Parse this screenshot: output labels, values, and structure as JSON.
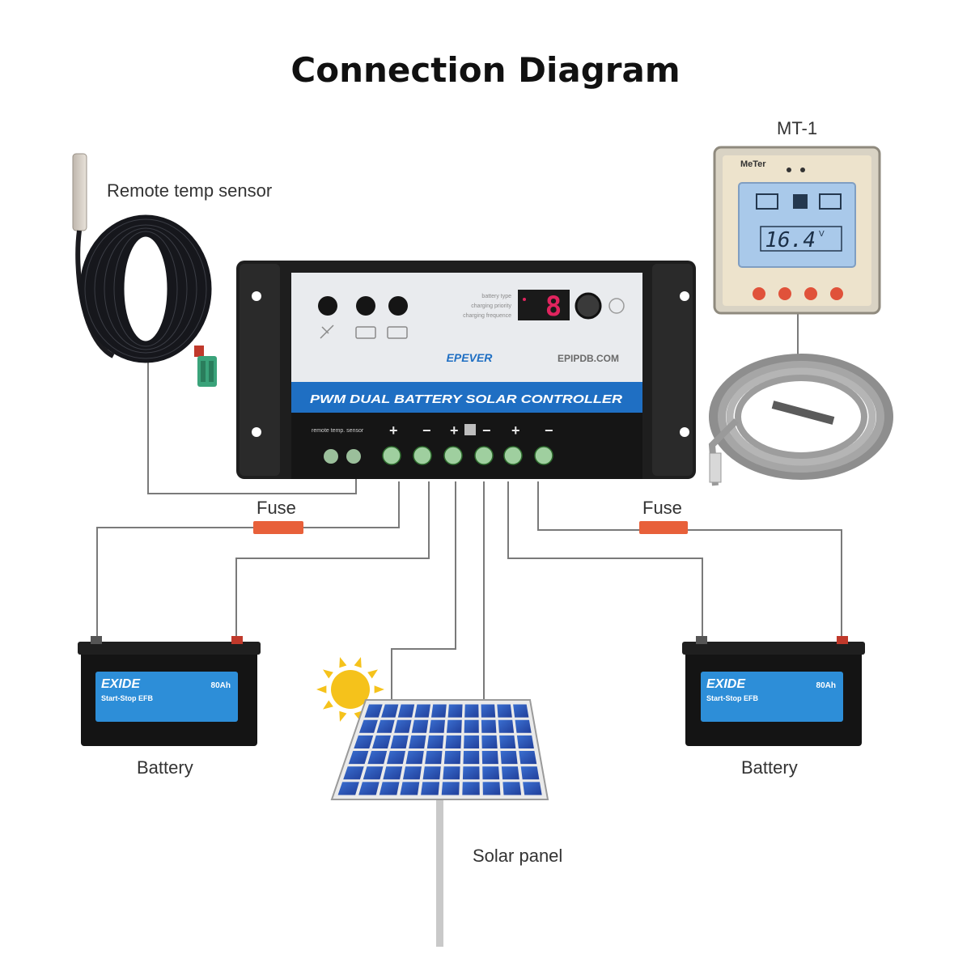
{
  "title": "Connection Diagram",
  "labels": {
    "temp_sensor": "Remote temp sensor",
    "meter": "MT-1",
    "fuse_left": "Fuse",
    "fuse_right": "Fuse",
    "battery_left": "Battery",
    "battery_right": "Battery",
    "solar_panel": "Solar panel"
  },
  "controller": {
    "brand": "EPEVER",
    "website": "EPIPDB.COM",
    "banner": "PWM DUAL BATTERY SOLAR CONTROLLER",
    "display_digit": "8",
    "status_text": [
      "battery type",
      "charging priority",
      "charging frequence"
    ],
    "terminal_label": "remote temp. sensor"
  },
  "meter": {
    "brand": "MeTer",
    "model": "MT-1",
    "reading": "16.4",
    "unit": "V"
  },
  "battery": {
    "brand": "EXIDE",
    "line": "Start-Stop EFB",
    "capacity": "80Ah"
  },
  "colors": {
    "controller_body": "#1e1e1e",
    "controller_face": "#e9ebee",
    "banner_blue": "#1f6fc3",
    "battery_label_blue": "#2d8ed8",
    "solar_blue": "#2e57b8",
    "sun_yellow": "#f5c21b",
    "fuse_orange": "#e8603a",
    "wire_gray": "#7a7a7a",
    "lcd_blue": "#a9c9ea"
  }
}
